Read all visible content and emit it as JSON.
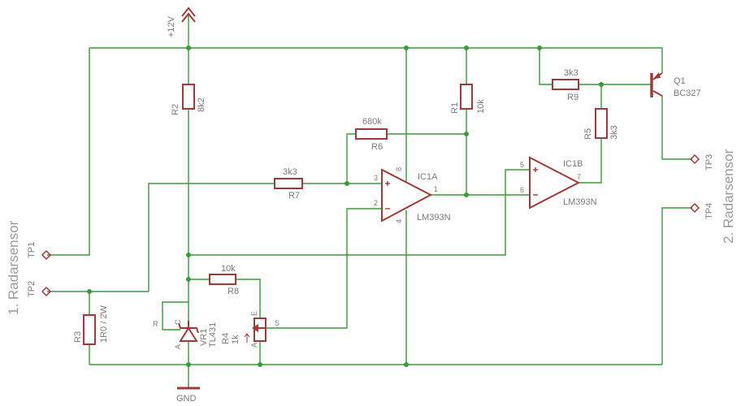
{
  "supply": {
    "label": "+12V"
  },
  "ground": {
    "label": "GND"
  },
  "test_points": {
    "tp1": "TP1",
    "tp2": "TP2",
    "tp3": "TP3",
    "tp4": "TP4"
  },
  "sensors": {
    "first": "1. Radarsensor",
    "second": "2. Radarsensor"
  },
  "resistors": {
    "r1": {
      "name": "R1",
      "value": "10k"
    },
    "r2": {
      "name": "R2",
      "value": "8k2"
    },
    "r3": {
      "name": "R3",
      "value": "1R0 / 2W"
    },
    "r4": {
      "name": "R4",
      "value": "1k"
    },
    "r5": {
      "name": "R5",
      "value": "3k3"
    },
    "r6": {
      "name": "R6",
      "value": "680k"
    },
    "r7": {
      "name": "R7",
      "value": "3k3"
    },
    "r8": {
      "name": "R8",
      "value": "10k"
    },
    "r9": {
      "name": "R9",
      "value": "3k3"
    }
  },
  "ic1a": {
    "name": "IC1A",
    "part": "LM393N",
    "pins": [
      "3",
      "2",
      "1",
      "8",
      "4"
    ]
  },
  "ic1b": {
    "name": "IC1B",
    "part": "LM393N",
    "pins": [
      "5",
      "6",
      "7"
    ]
  },
  "transistor": {
    "name": "Q1",
    "part": "BC327"
  },
  "reference": {
    "name": "VR1",
    "part": "TL431",
    "pins": [
      "R",
      "C",
      "A"
    ]
  },
  "pot": {
    "pins": [
      "E",
      "S",
      "A"
    ]
  }
}
